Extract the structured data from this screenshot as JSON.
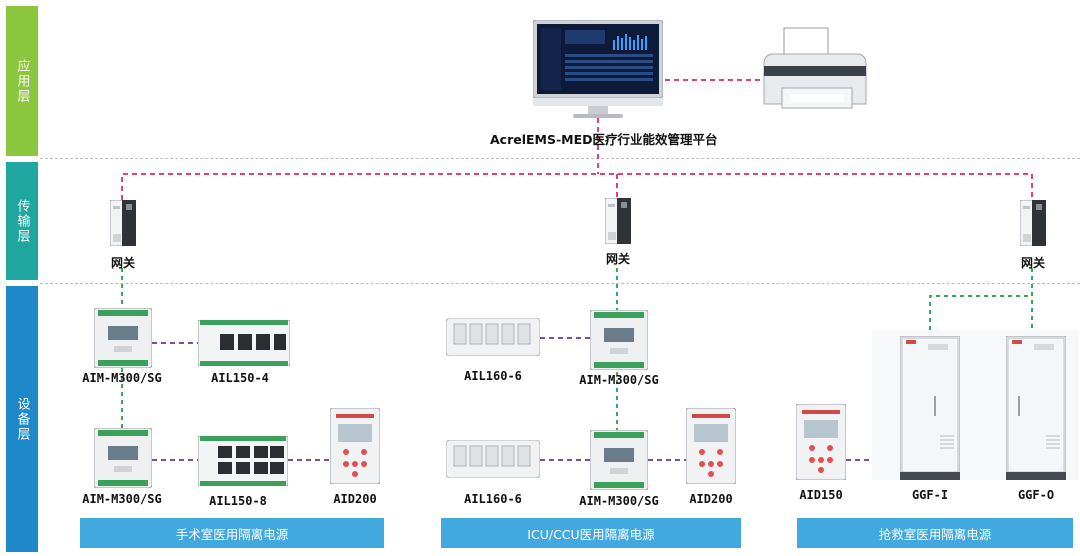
{
  "layers": [
    {
      "name": "应用层",
      "color": "#8cc63f"
    },
    {
      "name": "传输层",
      "color": "#1fa7a0"
    },
    {
      "name": "设备层",
      "color": "#1e88c8"
    }
  ],
  "platform": "AcrelEMS-MED医疗行业能效管理平台",
  "gateway_label": "网关",
  "devices": {
    "aim1": "AIM-M300/SG",
    "ail150_4": "AIL150-4",
    "aim2": "AIM-M300/SG",
    "ail150_8": "AIL150-8",
    "aid200_a": "AID200",
    "ail160_a": "AIL160-6",
    "aim3": "AIM-M300/SG",
    "ail160_b": "AIL160-6",
    "aim4": "AIM-M300/SG",
    "aid200_b": "AID200",
    "aid150": "AID150",
    "ggf_i": "GGF-I",
    "ggf_o": "GGF-O"
  },
  "systems": [
    "手术室医用隔离电源",
    "ICU/CCU医用隔离电源",
    "抢救室医用隔离电源"
  ],
  "colors": {
    "magenta": "#e0407f",
    "green": "#3aaa5a",
    "purple": "#7a4ea0"
  }
}
